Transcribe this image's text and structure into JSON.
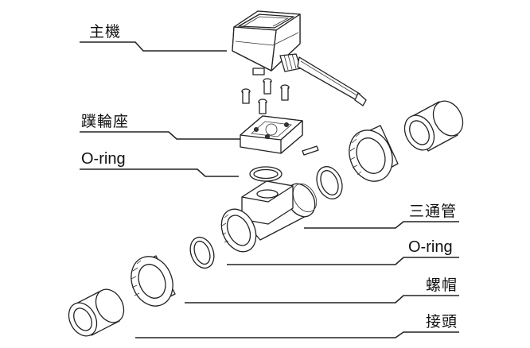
{
  "labels": {
    "main_unit": "主機",
    "paddle_seat": "蹼輪座",
    "oring_top": "O-ring",
    "tee_pipe": "三通管",
    "oring_bottom": "O-ring",
    "nut_cap": "螺帽",
    "joint": "接頭"
  },
  "colors": {
    "stroke": "#222222",
    "background": "#ffffff"
  }
}
